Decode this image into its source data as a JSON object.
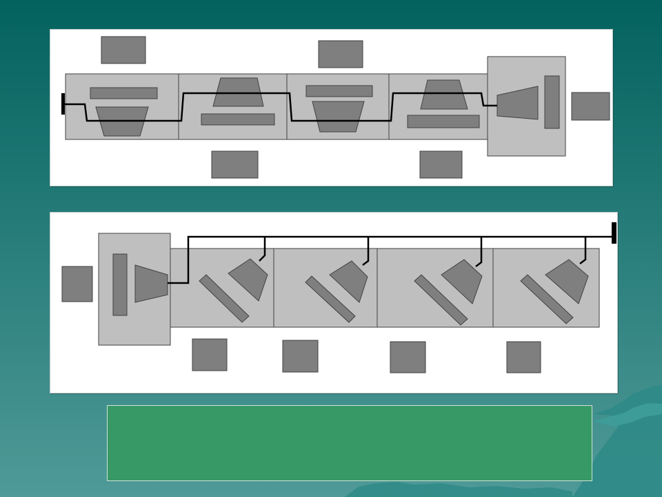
{
  "colors": {
    "background_top": "#03625e",
    "background_bottom": "#4f9a98",
    "panel": "#ffffff",
    "housing": "#bfbfbf",
    "component": "#7f7f7f",
    "wire": "#000000",
    "caption_box": "#369966",
    "decoration": "#2f8a86"
  },
  "diagram_top": {
    "description_icon": "stage-chain-left-to-right",
    "stage_count": 4
  },
  "diagram_bottom": {
    "description_icon": "parallel-stages-right-to-left",
    "stage_count": 4
  },
  "caption": {
    "text": ""
  }
}
